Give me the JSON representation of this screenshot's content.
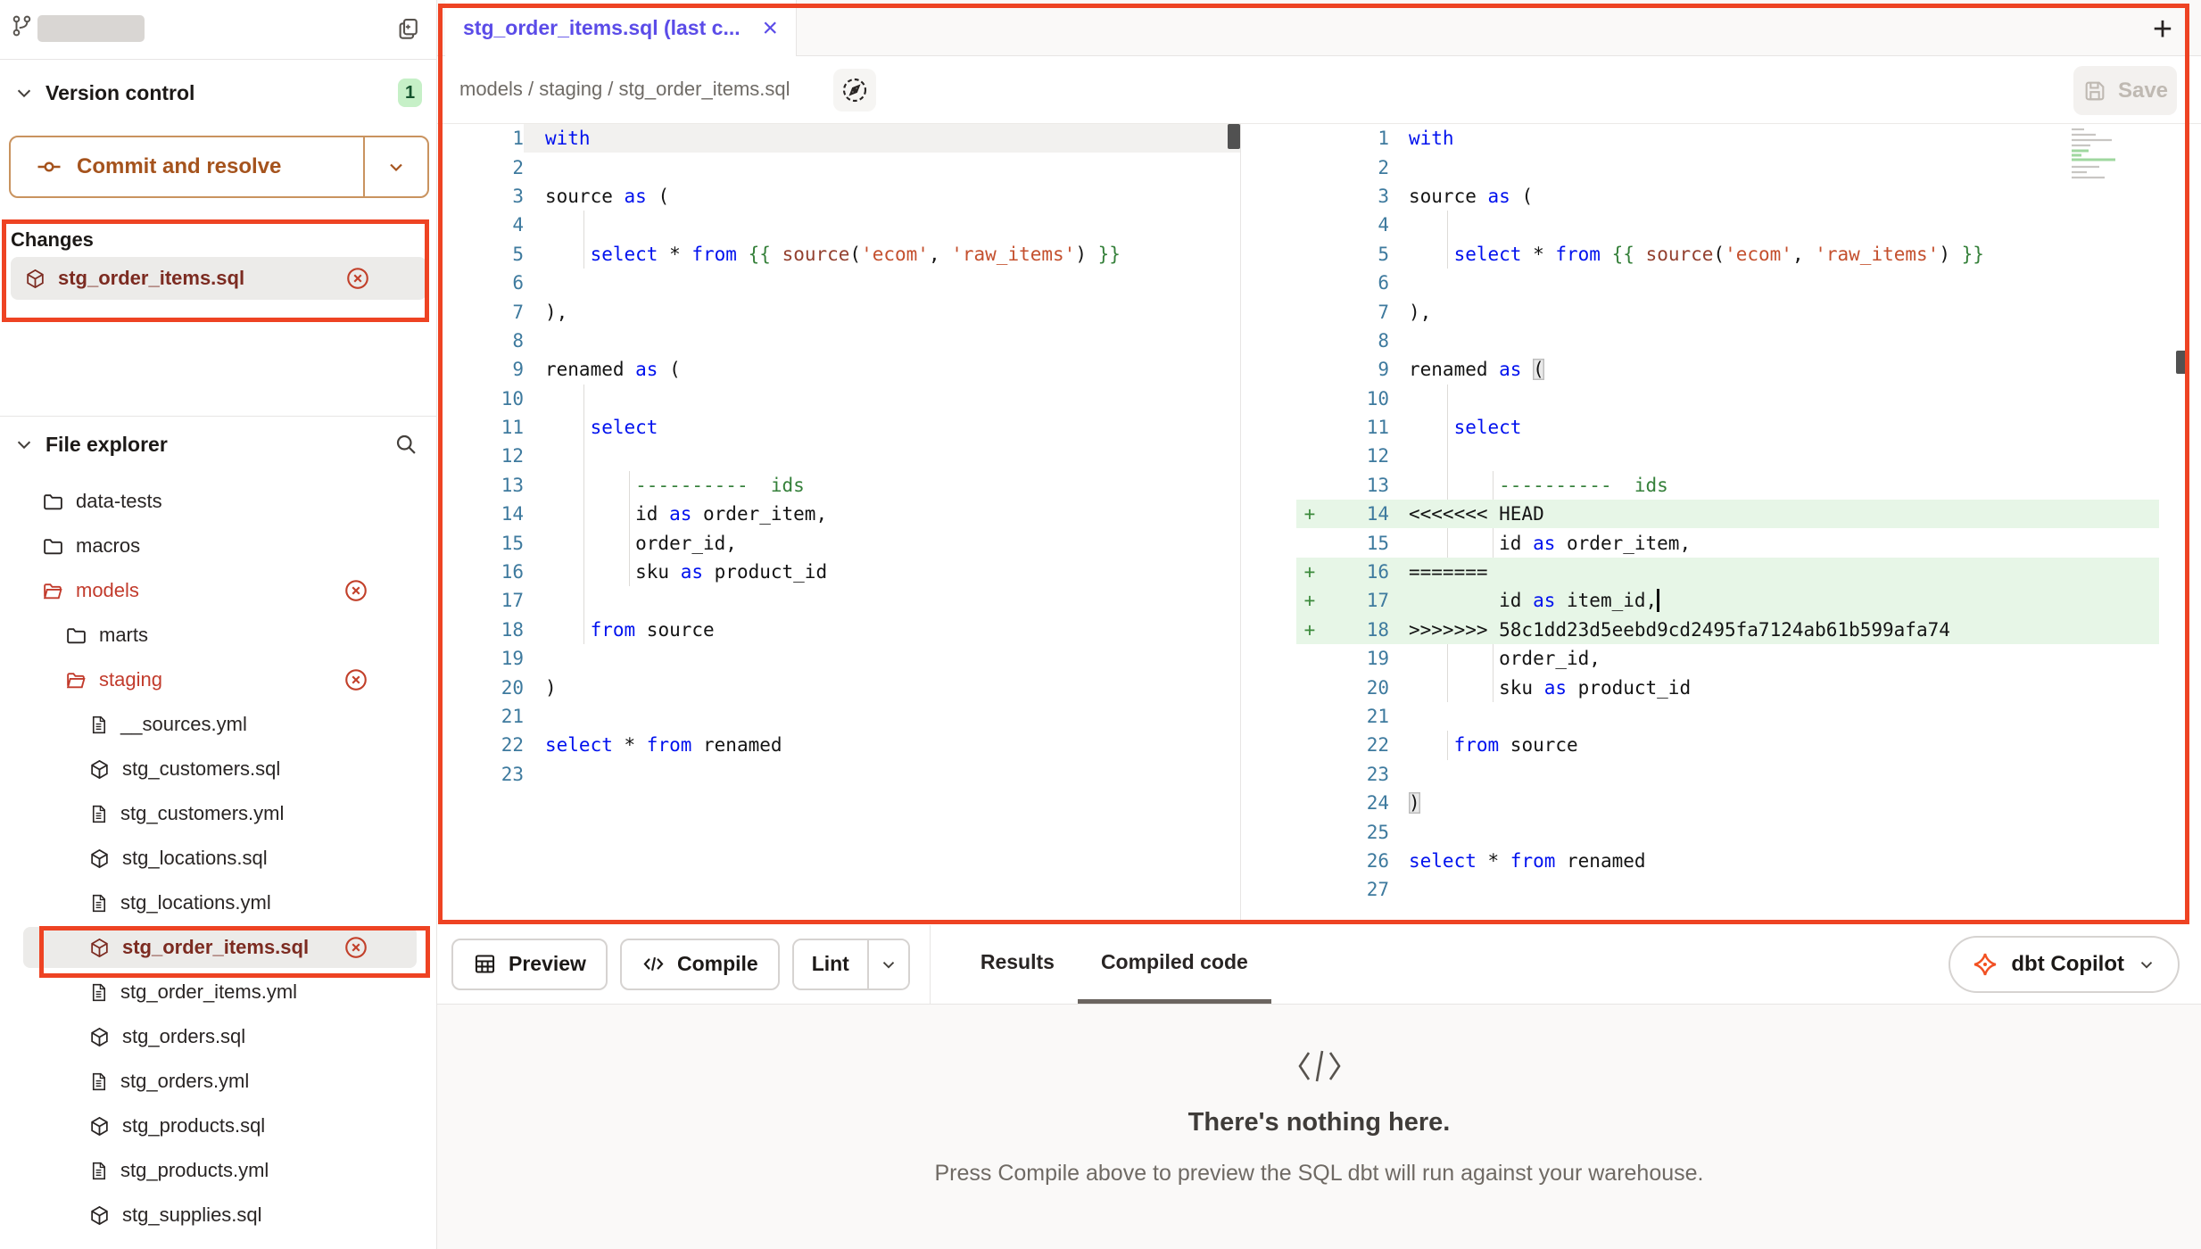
{
  "colors": {
    "annotation": "#ee4323",
    "accent_purple": "#5b4ce8",
    "modified_red": "#c23b2c",
    "conflict_maroon": "#7c2b21",
    "diff_add_bg": "#e7f6e7"
  },
  "sidebar": {
    "version_control": {
      "label": "Version control",
      "badge": "1",
      "commit_button": "Commit and resolve"
    },
    "changes": {
      "label": "Changes",
      "files": [
        {
          "name": "stg_order_items.sql",
          "icon": "model-cube-icon"
        }
      ]
    },
    "file_explorer": {
      "label": "File explorer",
      "items": [
        {
          "name": "data-tests",
          "type": "folder",
          "level": 0
        },
        {
          "name": "macros",
          "type": "folder",
          "level": 0
        },
        {
          "name": "models",
          "type": "folder-open",
          "level": 0,
          "modified": true
        },
        {
          "name": "marts",
          "type": "folder",
          "level": 1
        },
        {
          "name": "staging",
          "type": "folder-open",
          "level": 1,
          "modified": true
        },
        {
          "name": "__sources.yml",
          "type": "yml",
          "level": 2
        },
        {
          "name": "stg_customers.sql",
          "type": "sql",
          "level": 2
        },
        {
          "name": "stg_customers.yml",
          "type": "yml",
          "level": 2
        },
        {
          "name": "stg_locations.sql",
          "type": "sql",
          "level": 2
        },
        {
          "name": "stg_locations.yml",
          "type": "yml",
          "level": 2
        },
        {
          "name": "stg_order_items.sql",
          "type": "sql",
          "level": 2,
          "selected": true,
          "conflict": true
        },
        {
          "name": "stg_order_items.yml",
          "type": "yml",
          "level": 2
        },
        {
          "name": "stg_orders.sql",
          "type": "sql",
          "level": 2
        },
        {
          "name": "stg_orders.yml",
          "type": "yml",
          "level": 2
        },
        {
          "name": "stg_products.sql",
          "type": "sql",
          "level": 2
        },
        {
          "name": "stg_products.yml",
          "type": "yml",
          "level": 2
        },
        {
          "name": "stg_supplies.sql",
          "type": "sql",
          "level": 2
        }
      ]
    }
  },
  "main": {
    "tab": {
      "title": "stg_order_items.sql (last c...",
      "close": "×",
      "new_tab": "+"
    },
    "breadcrumb": "models / staging / stg_order_items.sql",
    "save_label": "Save",
    "toolbar": {
      "preview": "Preview",
      "compile": "Compile",
      "lint": "Lint"
    },
    "result_tabs": {
      "results": "Results",
      "compiled": "Compiled code"
    },
    "copilot_label": "dbt Copilot",
    "empty_state": {
      "title": "There's nothing here.",
      "subtitle": "Press Compile above to preview the SQL dbt will run against your warehouse."
    }
  },
  "editor": {
    "left_lines": [
      {
        "n": 1,
        "t": [
          [
            "kw",
            "with"
          ]
        ],
        "hl": true
      },
      {
        "n": 2,
        "t": []
      },
      {
        "n": 3,
        "t": [
          [
            "d",
            "source "
          ],
          [
            "kw",
            "as"
          ],
          [
            "d",
            " ("
          ]
        ]
      },
      {
        "n": 4,
        "t": [],
        "g": [
          4
        ]
      },
      {
        "n": 5,
        "t": [
          [
            "d",
            "    "
          ],
          [
            "kw",
            "select"
          ],
          [
            "d",
            " * "
          ],
          [
            "kw",
            "from"
          ],
          [
            "d",
            " "
          ],
          [
            "jj",
            "{{"
          ],
          [
            "d",
            " "
          ],
          [
            "fn",
            "source"
          ],
          [
            "d",
            "("
          ],
          [
            "str",
            "'ecom'"
          ],
          [
            "d",
            ", "
          ],
          [
            "str",
            "'raw_items'"
          ],
          [
            "d",
            ") "
          ],
          [
            "jj",
            "}}"
          ]
        ],
        "g": [
          4
        ]
      },
      {
        "n": 6,
        "t": []
      },
      {
        "n": 7,
        "t": [
          [
            "d",
            "),"
          ]
        ]
      },
      {
        "n": 8,
        "t": []
      },
      {
        "n": 9,
        "t": [
          [
            "d",
            "renamed "
          ],
          [
            "kw",
            "as"
          ],
          [
            "d",
            " ("
          ]
        ]
      },
      {
        "n": 10,
        "t": [],
        "g": [
          4
        ]
      },
      {
        "n": 11,
        "t": [
          [
            "d",
            "    "
          ],
          [
            "kw",
            "select"
          ]
        ],
        "g": [
          4
        ]
      },
      {
        "n": 12,
        "t": [],
        "g": [
          4
        ]
      },
      {
        "n": 13,
        "t": [
          [
            "d",
            "        "
          ],
          [
            "cm",
            "----------  ids"
          ]
        ],
        "g": [
          4,
          8
        ]
      },
      {
        "n": 14,
        "t": [
          [
            "d",
            "        id "
          ],
          [
            "kw",
            "as"
          ],
          [
            "d",
            " order_item,"
          ]
        ],
        "g": [
          4,
          8
        ]
      },
      {
        "n": 15,
        "t": [
          [
            "d",
            "        order_id,"
          ]
        ],
        "g": [
          4,
          8
        ]
      },
      {
        "n": 16,
        "t": [
          [
            "d",
            "        sku "
          ],
          [
            "kw",
            "as"
          ],
          [
            "d",
            " product_id"
          ]
        ],
        "g": [
          4,
          8
        ]
      },
      {
        "n": 17,
        "t": [],
        "g": [
          4
        ]
      },
      {
        "n": 18,
        "t": [
          [
            "d",
            "    "
          ],
          [
            "kw",
            "from"
          ],
          [
            "d",
            " source"
          ]
        ],
        "g": [
          4
        ]
      },
      {
        "n": 19,
        "t": []
      },
      {
        "n": 20,
        "t": [
          [
            "d",
            ")"
          ]
        ]
      },
      {
        "n": 21,
        "t": []
      },
      {
        "n": 22,
        "t": [
          [
            "kw",
            "select"
          ],
          [
            "d",
            " * "
          ],
          [
            "kw",
            "from"
          ],
          [
            "d",
            " renamed"
          ]
        ]
      },
      {
        "n": 23,
        "t": []
      }
    ],
    "right_lines": [
      {
        "n": 1,
        "t": [
          [
            "kw",
            "with"
          ]
        ]
      },
      {
        "n": 2,
        "t": []
      },
      {
        "n": 3,
        "t": [
          [
            "d",
            "source "
          ],
          [
            "kw",
            "as"
          ],
          [
            "d",
            " ("
          ]
        ]
      },
      {
        "n": 4,
        "t": [],
        "g": [
          4
        ]
      },
      {
        "n": 5,
        "t": [
          [
            "d",
            "    "
          ],
          [
            "kw",
            "select"
          ],
          [
            "d",
            " * "
          ],
          [
            "kw",
            "from"
          ],
          [
            "d",
            " "
          ],
          [
            "jj",
            "{{"
          ],
          [
            "d",
            " "
          ],
          [
            "fn",
            "source"
          ],
          [
            "d",
            "("
          ],
          [
            "str",
            "'ecom'"
          ],
          [
            "d",
            ", "
          ],
          [
            "str",
            "'raw_items'"
          ],
          [
            "d",
            ") "
          ],
          [
            "jj",
            "}}"
          ]
        ],
        "g": [
          4
        ]
      },
      {
        "n": 6,
        "t": []
      },
      {
        "n": 7,
        "t": [
          [
            "d",
            "),"
          ]
        ]
      },
      {
        "n": 8,
        "t": []
      },
      {
        "n": 9,
        "t": [
          [
            "d",
            "renamed "
          ],
          [
            "kw",
            "as"
          ],
          [
            "d",
            " "
          ],
          [
            "bm",
            "("
          ]
        ]
      },
      {
        "n": 10,
        "t": [],
        "g": [
          4
        ]
      },
      {
        "n": 11,
        "t": [
          [
            "d",
            "    "
          ],
          [
            "kw",
            "select"
          ]
        ],
        "g": [
          4
        ]
      },
      {
        "n": 12,
        "t": [],
        "g": [
          4
        ]
      },
      {
        "n": 13,
        "t": [
          [
            "d",
            "        "
          ],
          [
            "cm",
            "----------  ids"
          ]
        ],
        "g": [
          4,
          8
        ]
      },
      {
        "n": 14,
        "t": [
          [
            "d",
            "<<<<<<< HEAD"
          ]
        ],
        "diff": true
      },
      {
        "n": 15,
        "t": [
          [
            "d",
            "        id "
          ],
          [
            "kw",
            "as"
          ],
          [
            "d",
            " order_item,"
          ]
        ],
        "g": [
          4,
          8
        ]
      },
      {
        "n": 16,
        "t": [
          [
            "d",
            "======="
          ]
        ],
        "diff": true
      },
      {
        "n": 17,
        "t": [
          [
            "d",
            "        id "
          ],
          [
            "kw",
            "as"
          ],
          [
            "d",
            " item_id,"
          ]
        ],
        "diff": true,
        "cur": 22
      },
      {
        "n": 18,
        "t": [
          [
            "d",
            ">>>>>>> 58c1dd23d5eebd9cd2495fa7124ab61b599afa74"
          ]
        ],
        "diff": true
      },
      {
        "n": 19,
        "t": [
          [
            "d",
            "        order_id,"
          ]
        ],
        "g": [
          4,
          8
        ]
      },
      {
        "n": 20,
        "t": [
          [
            "d",
            "        sku "
          ],
          [
            "kw",
            "as"
          ],
          [
            "d",
            " product_id"
          ]
        ],
        "g": [
          4,
          8
        ]
      },
      {
        "n": 21,
        "t": []
      },
      {
        "n": 22,
        "t": [
          [
            "d",
            "    "
          ],
          [
            "kw",
            "from"
          ],
          [
            "d",
            " source"
          ]
        ],
        "g": [
          4
        ]
      },
      {
        "n": 23,
        "t": []
      },
      {
        "n": 24,
        "t": [
          [
            "bm",
            ")"
          ]
        ]
      },
      {
        "n": 25,
        "t": []
      },
      {
        "n": 26,
        "t": [
          [
            "kw",
            "select"
          ],
          [
            "d",
            " * "
          ],
          [
            "kw",
            "from"
          ],
          [
            "d",
            " renamed"
          ]
        ]
      },
      {
        "n": 27,
        "t": []
      }
    ]
  }
}
